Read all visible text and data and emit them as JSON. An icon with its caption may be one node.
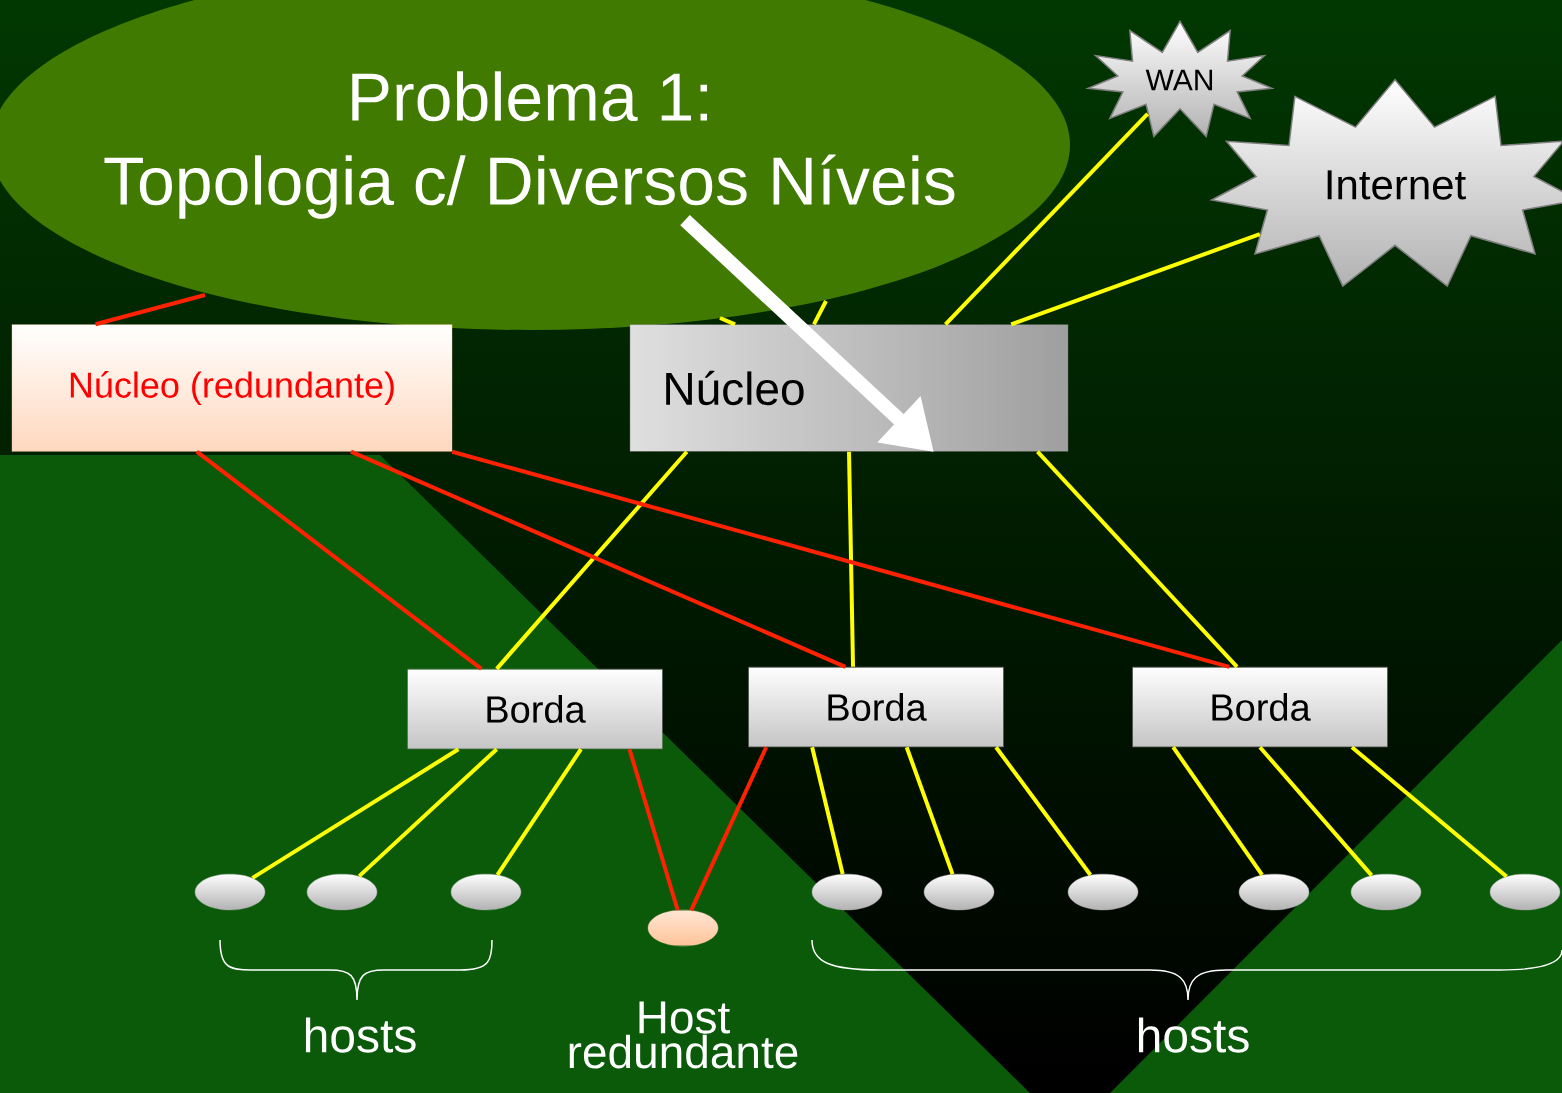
{
  "diagram": {
    "nodes": [
      {
        "text": [
          "Problema 1:",
          "Topologia c/ Diversos Níveis"
        ]
      },
      {
        "text": [
          "WAN"
        ]
      },
      {
        "text": [
          "Internet"
        ]
      },
      {
        "text": [
          "Núcleo (redundante)"
        ]
      },
      {
        "text": [
          "Núcleo"
        ]
      },
      {
        "text": [
          "Borda"
        ]
      },
      {
        "text": [
          "Borda"
        ]
      },
      {
        "text": [
          "Borda"
        ]
      },
      {
        "text": [],
        "shape": "ellipse"
      },
      {
        "text": [],
        "shape": "ellipse"
      },
      {
        "text": [],
        "shape": "ellipse"
      },
      {
        "text": [],
        "shape": "ellipse",
        "beside": [
          "Host redundante"
        ]
      },
      {
        "text": [],
        "shape": "ellipse"
      },
      {
        "text": [],
        "shape": "ellipse"
      },
      {
        "text": [],
        "shape": "ellipse"
      },
      {
        "text": [],
        "shape": "ellipse"
      },
      {
        "text": [],
        "shape": "ellipse"
      },
      {
        "text": [],
        "shape": "ellipse"
      }
    ],
    "edges": [
      {
        "from": 0,
        "to": 4,
        "arrow": "to",
        "style": "thick",
        "color": "#ffffff"
      },
      {
        "from": 4,
        "to": 1,
        "arrow": "none"
      },
      {
        "from": 4,
        "to": 2,
        "arrow": "none"
      },
      {
        "from": 4,
        "to": 0,
        "arrow": "none"
      },
      {
        "from": 4,
        "to": 0,
        "arrow": "none"
      },
      {
        "from": 3,
        "to": 0,
        "arrow": "none",
        "color": "#ff2200"
      },
      {
        "from": 4,
        "to": 5,
        "arrow": "none"
      },
      {
        "from": 4,
        "to": 6,
        "arrow": "none"
      },
      {
        "from": 4,
        "to": 7,
        "arrow": "none"
      },
      {
        "from": 3,
        "to": 5,
        "arrow": "none",
        "color": "#ff2200"
      },
      {
        "from": 3,
        "to": 6,
        "arrow": "none",
        "color": "#ff2200"
      },
      {
        "from": 3,
        "to": 7,
        "arrow": "none",
        "color": "#ff2200"
      },
      {
        "from": 5,
        "to": 8,
        "arrow": "none"
      },
      {
        "from": 5,
        "to": 9,
        "arrow": "none"
      },
      {
        "from": 5,
        "to": 10,
        "arrow": "none"
      },
      {
        "from": 5,
        "to": 11,
        "arrow": "none",
        "color": "#ff2200"
      },
      {
        "from": 6,
        "to": 11,
        "arrow": "none",
        "color": "#ff2200"
      },
      {
        "from": 6,
        "to": 12,
        "arrow": "none"
      },
      {
        "from": 6,
        "to": 13,
        "arrow": "none"
      },
      {
        "from": 6,
        "to": 14,
        "arrow": "none"
      },
      {
        "from": 7,
        "to": 15,
        "arrow": "none"
      },
      {
        "from": 7,
        "to": 16,
        "arrow": "none"
      },
      {
        "from": 7,
        "to": 17,
        "arrow": "none"
      }
    ],
    "labels": [
      "hosts",
      "hosts"
    ]
  }
}
